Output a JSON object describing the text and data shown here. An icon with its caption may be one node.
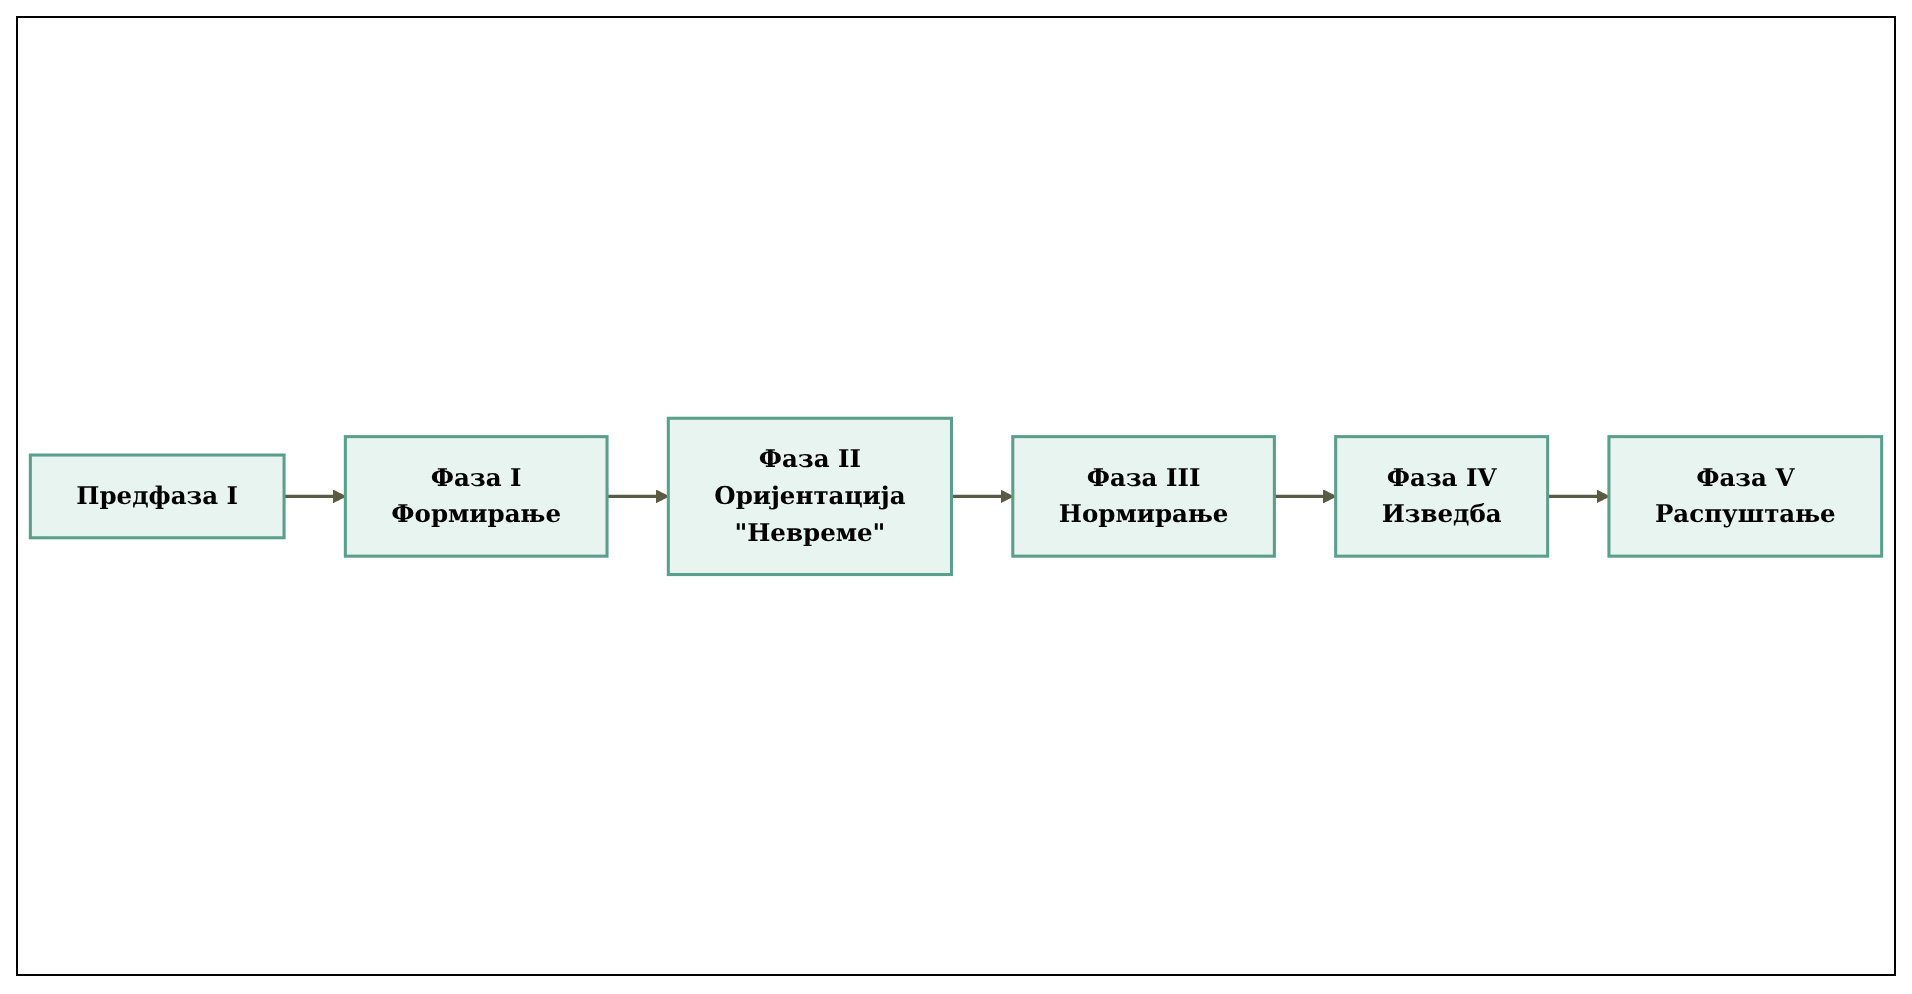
{
  "diagram": {
    "nodes": [
      {
        "text": [
          "Предфаза I"
        ]
      },
      {
        "text": [
          "Фаза I",
          "Формирање"
        ]
      },
      {
        "text": [
          "Фаза II",
          "Оријентација",
          "\"Невреме\""
        ]
      },
      {
        "text": [
          "Фаза III",
          "Нормирање"
        ]
      },
      {
        "text": [
          "Фаза IV",
          "Изведба"
        ]
      },
      {
        "text": [
          "Фаза V",
          "Распуштање"
        ]
      }
    ],
    "edges": [
      {
        "from": 0,
        "to": 1,
        "arrow": "to"
      },
      {
        "from": 1,
        "to": 2,
        "arrow": "to"
      },
      {
        "from": 2,
        "to": 3,
        "arrow": "to"
      },
      {
        "from": 3,
        "to": 4,
        "arrow": "to"
      },
      {
        "from": 4,
        "to": 5,
        "arrow": "to"
      }
    ]
  }
}
